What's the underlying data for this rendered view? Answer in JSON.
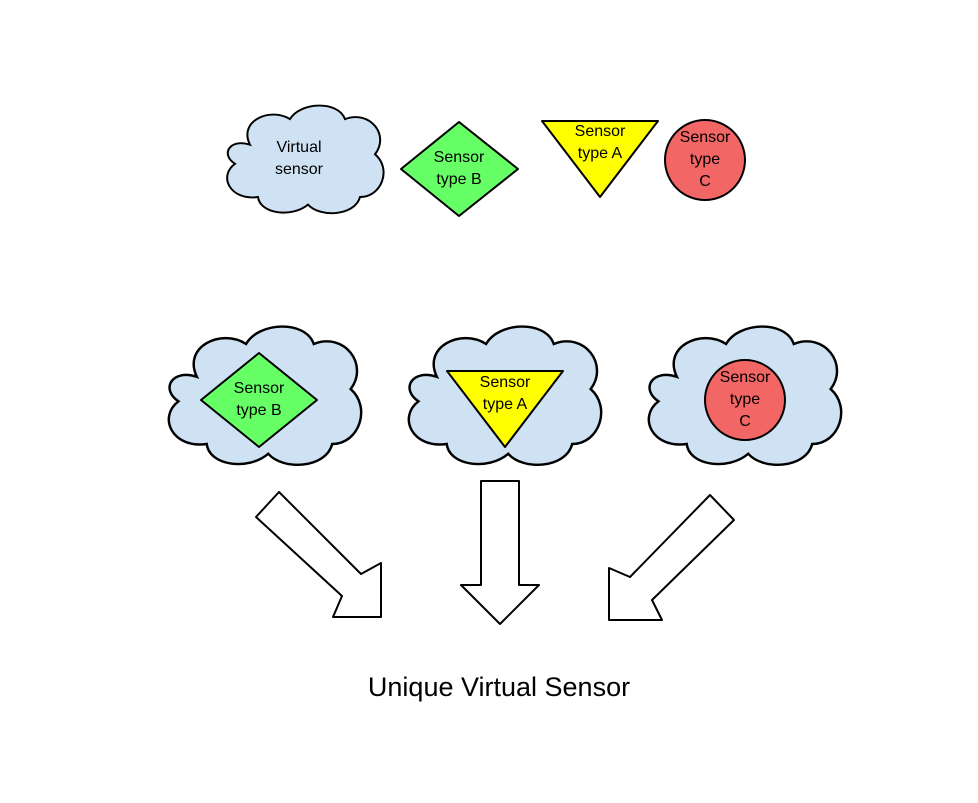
{
  "colors": {
    "cloud": "#cfe2f3",
    "sensor_a": "#ffff00",
    "sensor_b": "#66ff66",
    "sensor_c": "#f36666",
    "arrow": "#ffffff",
    "stroke": "#000000"
  },
  "legend_row": {
    "virtual_sensor": {
      "line1": "Virtual",
      "line2": "sensor"
    },
    "sensor_b": {
      "line1": "Sensor",
      "line2": "type B"
    },
    "sensor_a": {
      "line1": "Sensor",
      "line2": "type A"
    },
    "sensor_c": {
      "line1": "Sensor",
      "line2": "type",
      "line3": "C"
    }
  },
  "composed_row": {
    "cloud_b": {
      "line1": "Sensor",
      "line2": "type B"
    },
    "cloud_a": {
      "line1": "Sensor",
      "line2": "type A"
    },
    "cloud_c": {
      "line1": "Sensor",
      "line2": "type",
      "line3": "C"
    }
  },
  "caption": "Unique Virtual Sensor"
}
